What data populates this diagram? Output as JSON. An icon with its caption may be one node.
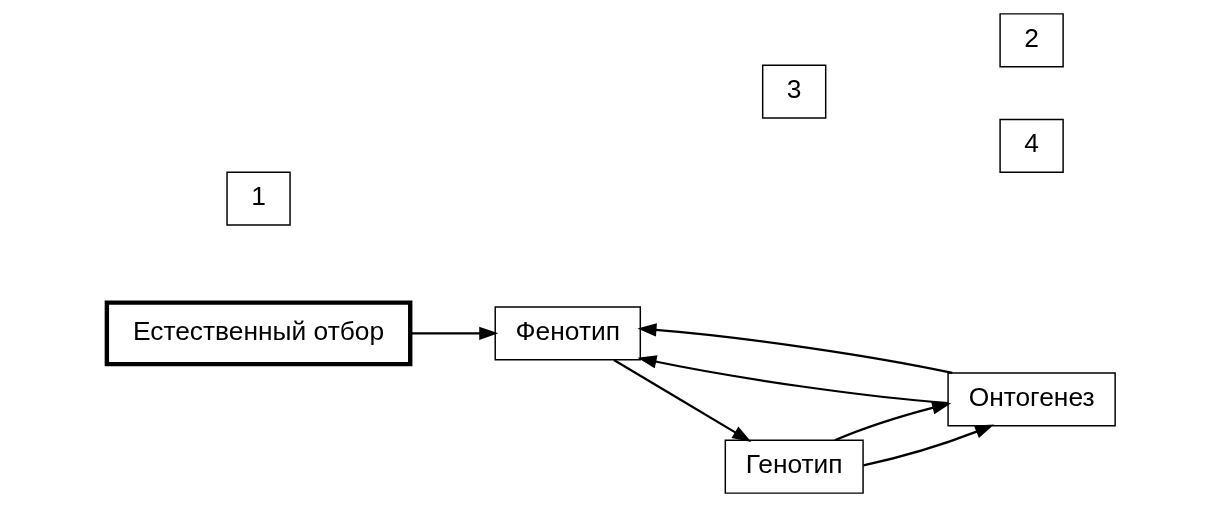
{
  "diagram": {
    "nodes": [
      {
        "text": [
          "Естественный отбор"
        ]
      },
      {
        "text": [
          "3"
        ]
      },
      {
        "text": [
          "4"
        ]
      },
      {
        "text": [
          "1"
        ]
      },
      {
        "text": [
          "Генотип"
        ]
      },
      {
        "text": [
          "Онтогенез"
        ]
      },
      {
        "text": [
          "Фенотип"
        ]
      },
      {
        "text": [
          "2"
        ]
      }
    ],
    "edges": [
      {
        "from": 0,
        "to": 6,
        "arrow": "to"
      },
      {
        "from": 4,
        "to": 5,
        "arrow": "to"
      },
      {
        "from": 5,
        "to": 6,
        "arrow": "to"
      },
      {
        "from": 4,
        "to": 5,
        "arrow": "to"
      },
      {
        "from": 5,
        "to": 6,
        "arrow": "to"
      },
      {
        "from": 6,
        "to": 4,
        "arrow": "to"
      }
    ]
  }
}
